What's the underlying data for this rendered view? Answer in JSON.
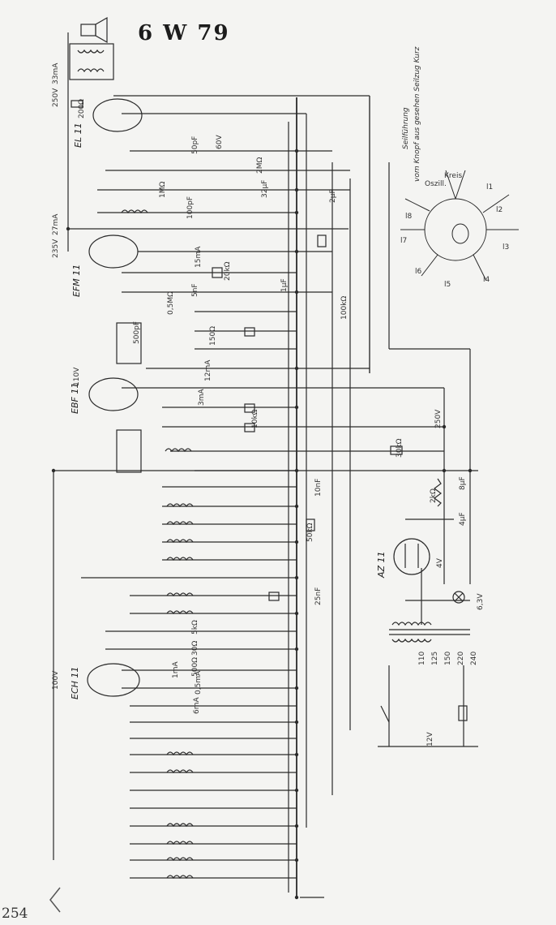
{
  "header": {
    "title": "6 W 79",
    "page_number": "254"
  },
  "tubes": {
    "el11": "EL 11",
    "efm11": "EFM 11",
    "ebf11": "EBF 11",
    "ech11": "ECH 11",
    "az11": "AZ 11"
  },
  "dial_note": {
    "line1": "Seilführung",
    "line2": "vom Knopf aus gesehen Seilzug Kurz"
  },
  "dial_labels": [
    "Oszill.",
    "Kreis",
    "l1",
    "l2",
    "l3",
    "l4",
    "l5",
    "l6",
    "l7",
    "l8"
  ],
  "voltages": [
    "250V",
    "250V",
    "235V",
    "110V",
    "100V",
    "60V",
    "6,3V",
    "4V",
    "12V"
  ],
  "currents": [
    "33mA",
    "27mA",
    "15mA",
    "3mA",
    "12mA",
    "0,5mA",
    "1mA",
    "6mA"
  ],
  "components": {
    "caps": [
      "50pF",
      "100pF",
      "500pF",
      "5nF",
      "10nF",
      "25nF",
      "1µF",
      "2µF",
      "4µF",
      "8µF",
      "32µF"
    ],
    "resistors": [
      "1MΩ",
      "0,5MΩ",
      "2MΩ",
      "100kΩ",
      "50kΩ",
      "30kΩ",
      "20kΩ",
      "10kΩ",
      "5kΩ",
      "2kΩ",
      "500Ω",
      "200Ω",
      "150Ω",
      "30Ω"
    ]
  },
  "mains": [
    "110",
    "125",
    "150",
    "220",
    "240"
  ]
}
